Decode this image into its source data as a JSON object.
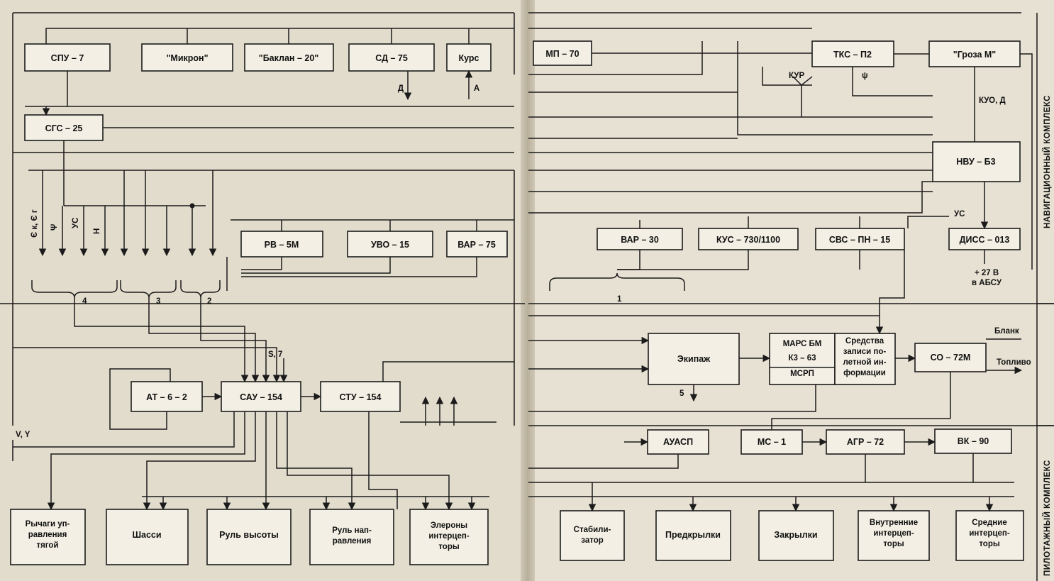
{
  "background_text": {
    "left": "",
    "right": ""
  },
  "blocks": {
    "spu7": "СПУ – 7",
    "mikron": "\"Микрон\"",
    "baklan": "\"Баклан – 20\"",
    "sd75": "СД – 75",
    "kurs": "Курс",
    "sgs25": "СГС – 25",
    "rv5m": "РВ – 5М",
    "uvo15": "УВО – 15",
    "var75": "ВАР – 75",
    "at62": "АТ – 6 – 2",
    "sau154": "САУ – 154",
    "stu154": "СТУ – 154",
    "rychagi": [
      "Рычаги уп-",
      "равления",
      "тягой"
    ],
    "shassi": "Шасси",
    "rul_vysoty": "Руль высоты",
    "rul_napr": [
      "Руль нап-",
      "равления"
    ],
    "elerony": [
      "Элероны",
      "интерцеп-",
      "торы"
    ],
    "mp70": "МП – 70",
    "tks": "ТКС – П2",
    "groza": "\"Гроза М\"",
    "nvu": "НВУ – Б3",
    "var30": "ВАР – 30",
    "kus": "КУС – 730/1100",
    "svs": "СВС – ПН – 15",
    "diss": "ДИСС – 013",
    "ekipazh": "Экипаж",
    "mars": [
      "МАРС  БМ",
      "К3 – 63",
      "МСРП"
    ],
    "sredstva": [
      "Средства",
      "записи по-",
      "летной ин-",
      "формации"
    ],
    "so72": "СО – 72М",
    "auasp": "АУАСП",
    "ms1": "МС – 1",
    "agr72": "АГР – 72",
    "vk90": "ВК – 90",
    "stabilizator": [
      "Стабили-",
      "затор"
    ],
    "predkrylki": "Предкрылки",
    "zakrylki": "Закрылки",
    "vnutr": [
      "Внутренние",
      "интерцеп-",
      "торы"
    ],
    "srednie": [
      "Средние",
      "интерцеп-",
      "торы"
    ]
  },
  "signals": {
    "d": "Д",
    "a": "А",
    "ek_eg": "Є к, Є г",
    "psi": "Ψ",
    "us": "УС",
    "h": "Н",
    "n4": "4",
    "n3": "3",
    "n2": "2",
    "s7": "S, 7",
    "vy": "V, Y",
    "kur": "КУР",
    "psi_r": "ψ",
    "kuo_d": "КУО, Д",
    "us_r": "УС",
    "plus27": [
      "+ 27 В",
      "в АБСУ"
    ],
    "n1": "1",
    "blank": "Бланк",
    "toplivo": "Топливо",
    "n5": "5"
  },
  "sections": {
    "nav": "НАВИГАЦИОННЫЙ   КОМПЛЕКС",
    "pilot": "ПИЛОТАЖНЫЙ   КОМПЛЕКС"
  }
}
